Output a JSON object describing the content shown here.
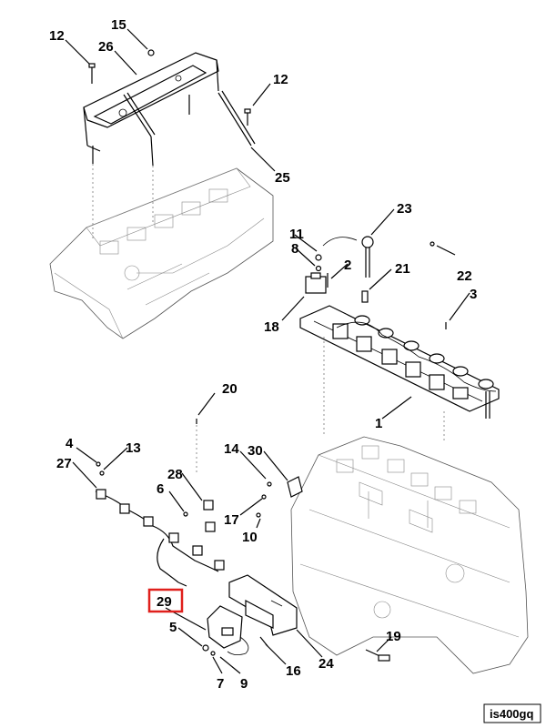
{
  "diagram_id": "is400gq",
  "highlighted_callout": "29",
  "highlight_color": "#e0201c",
  "callouts": {
    "c1": "1",
    "c2": "2",
    "c3": "3",
    "c4": "4",
    "c5": "5",
    "c6": "6",
    "c7": "7",
    "c8": "8",
    "c9": "9",
    "c10": "10",
    "c11": "11",
    "c12a": "12",
    "c12b": "12",
    "c13": "13",
    "c14": "14",
    "c15": "15",
    "c16": "16",
    "c17": "17",
    "c18": "18",
    "c19": "19",
    "c20": "20",
    "c21": "21",
    "c22": "22",
    "c23": "23",
    "c24": "24",
    "c25": "25",
    "c26": "26",
    "c27": "27",
    "c28": "28",
    "c29": "29",
    "c30": "30"
  }
}
